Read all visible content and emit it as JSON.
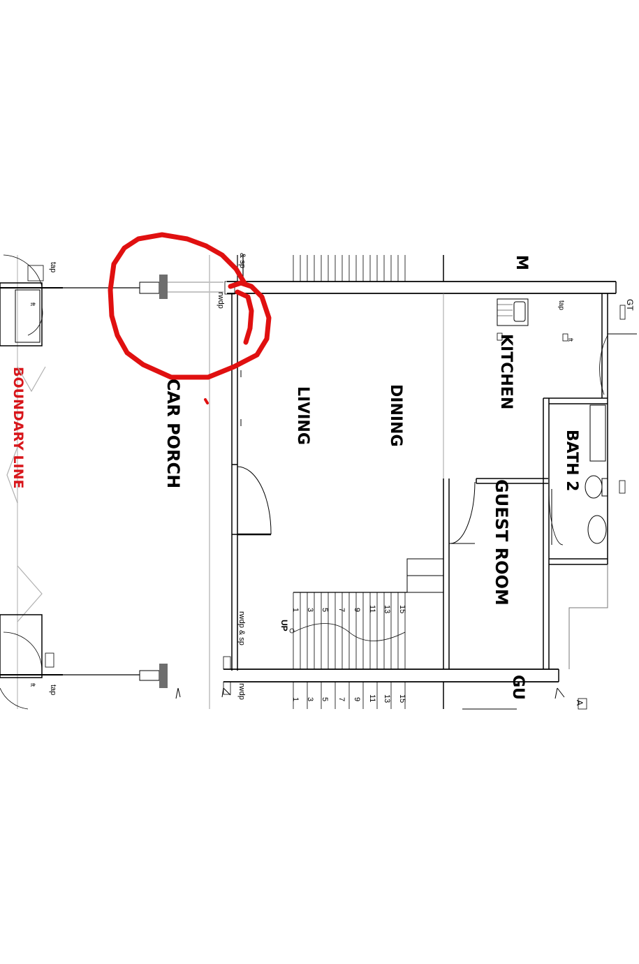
{
  "colors": {
    "boundary": "#d8161b",
    "annotation": "#e01010",
    "wall": "#000000",
    "pillar": "#6e6e6e"
  },
  "rooms": {
    "car_porch": "CAR PORCH",
    "living": "LIVING",
    "dining": "DINING",
    "kitchen": "KITCHEN",
    "bath2": "BATH 2",
    "guest_room": "GUEST ROOM",
    "gu_partial": "GU",
    "m_partial": "M"
  },
  "boundary_label": "BOUNDARY LINE",
  "notes": {
    "tap_top": "tap",
    "ft_top": "ft",
    "rwdp_top": "rwdp",
    "sp_top": "& sp",
    "tap_kitchen": "tap",
    "ft_kitchen": "ft",
    "gt": "GT",
    "rwdp_sp_bottom": "rwdp & sp",
    "up": "UP",
    "rwdp_bottom": "rwdp",
    "tap_bottom": "tap",
    "ft_bottom": "ft",
    "a_partial": "A"
  },
  "stairs": {
    "upper_numbers": [
      "1",
      "3",
      "5",
      "7",
      "9",
      "11",
      "13",
      "15"
    ],
    "lower_numbers": [
      "1",
      "3",
      "5",
      "7",
      "9",
      "11",
      "13",
      "15"
    ]
  }
}
